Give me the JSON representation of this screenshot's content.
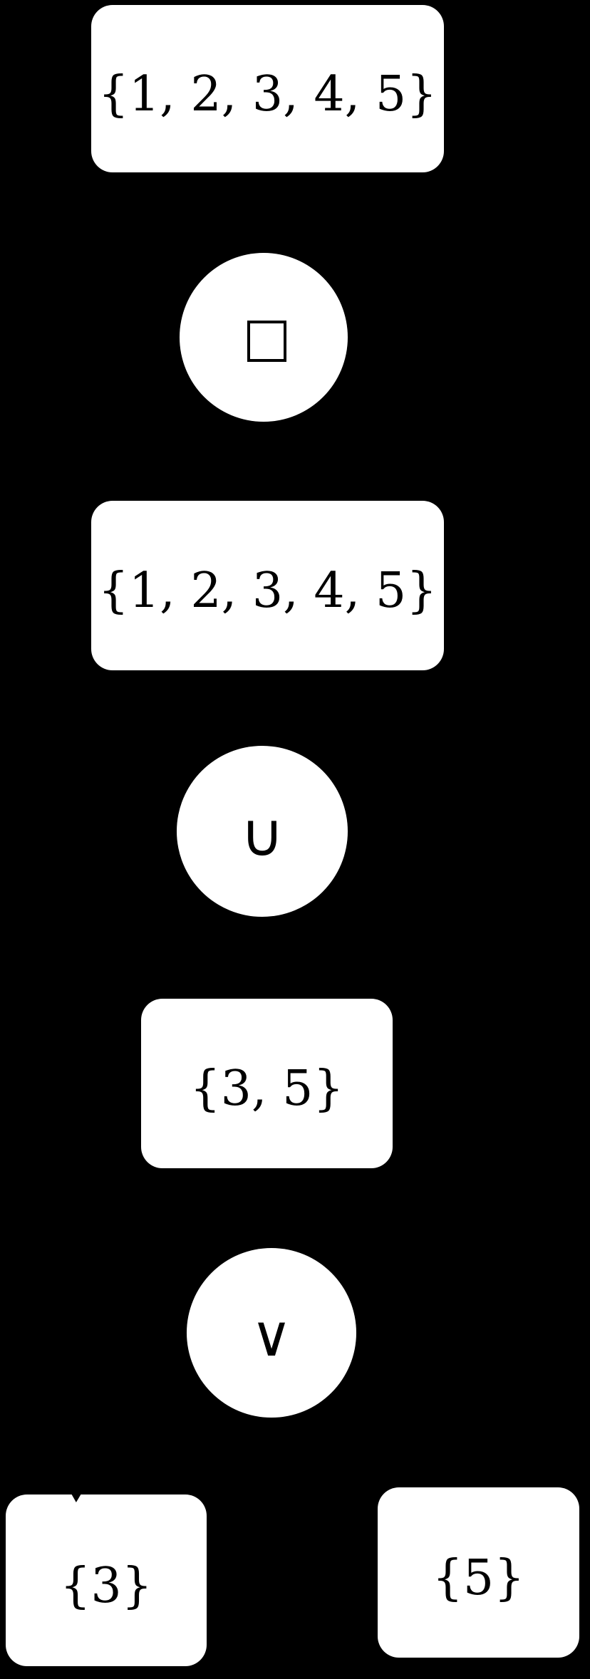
{
  "diagram": {
    "type": "expression-tree",
    "background_color": "#000000",
    "node_fill_color": "#ffffff",
    "node_text_color": "#000000",
    "nodes": {
      "root_set": {
        "shape": "rounded-rectangle",
        "label": "{1, 2, 3, 4, 5}"
      },
      "op_missing": {
        "shape": "circle",
        "label": "□"
      },
      "mid_set": {
        "shape": "rounded-rectangle",
        "label": "{1, 2, 3, 4, 5}"
      },
      "op_union": {
        "shape": "circle",
        "label": "∪"
      },
      "pair_set": {
        "shape": "rounded-rectangle",
        "label": "{3, 5}"
      },
      "op_vee": {
        "shape": "circle",
        "label": "∨"
      },
      "leaf_left": {
        "shape": "rounded-rectangle",
        "label": "{3}"
      },
      "leaf_right": {
        "shape": "rounded-rectangle",
        "label": "{5}"
      }
    }
  }
}
